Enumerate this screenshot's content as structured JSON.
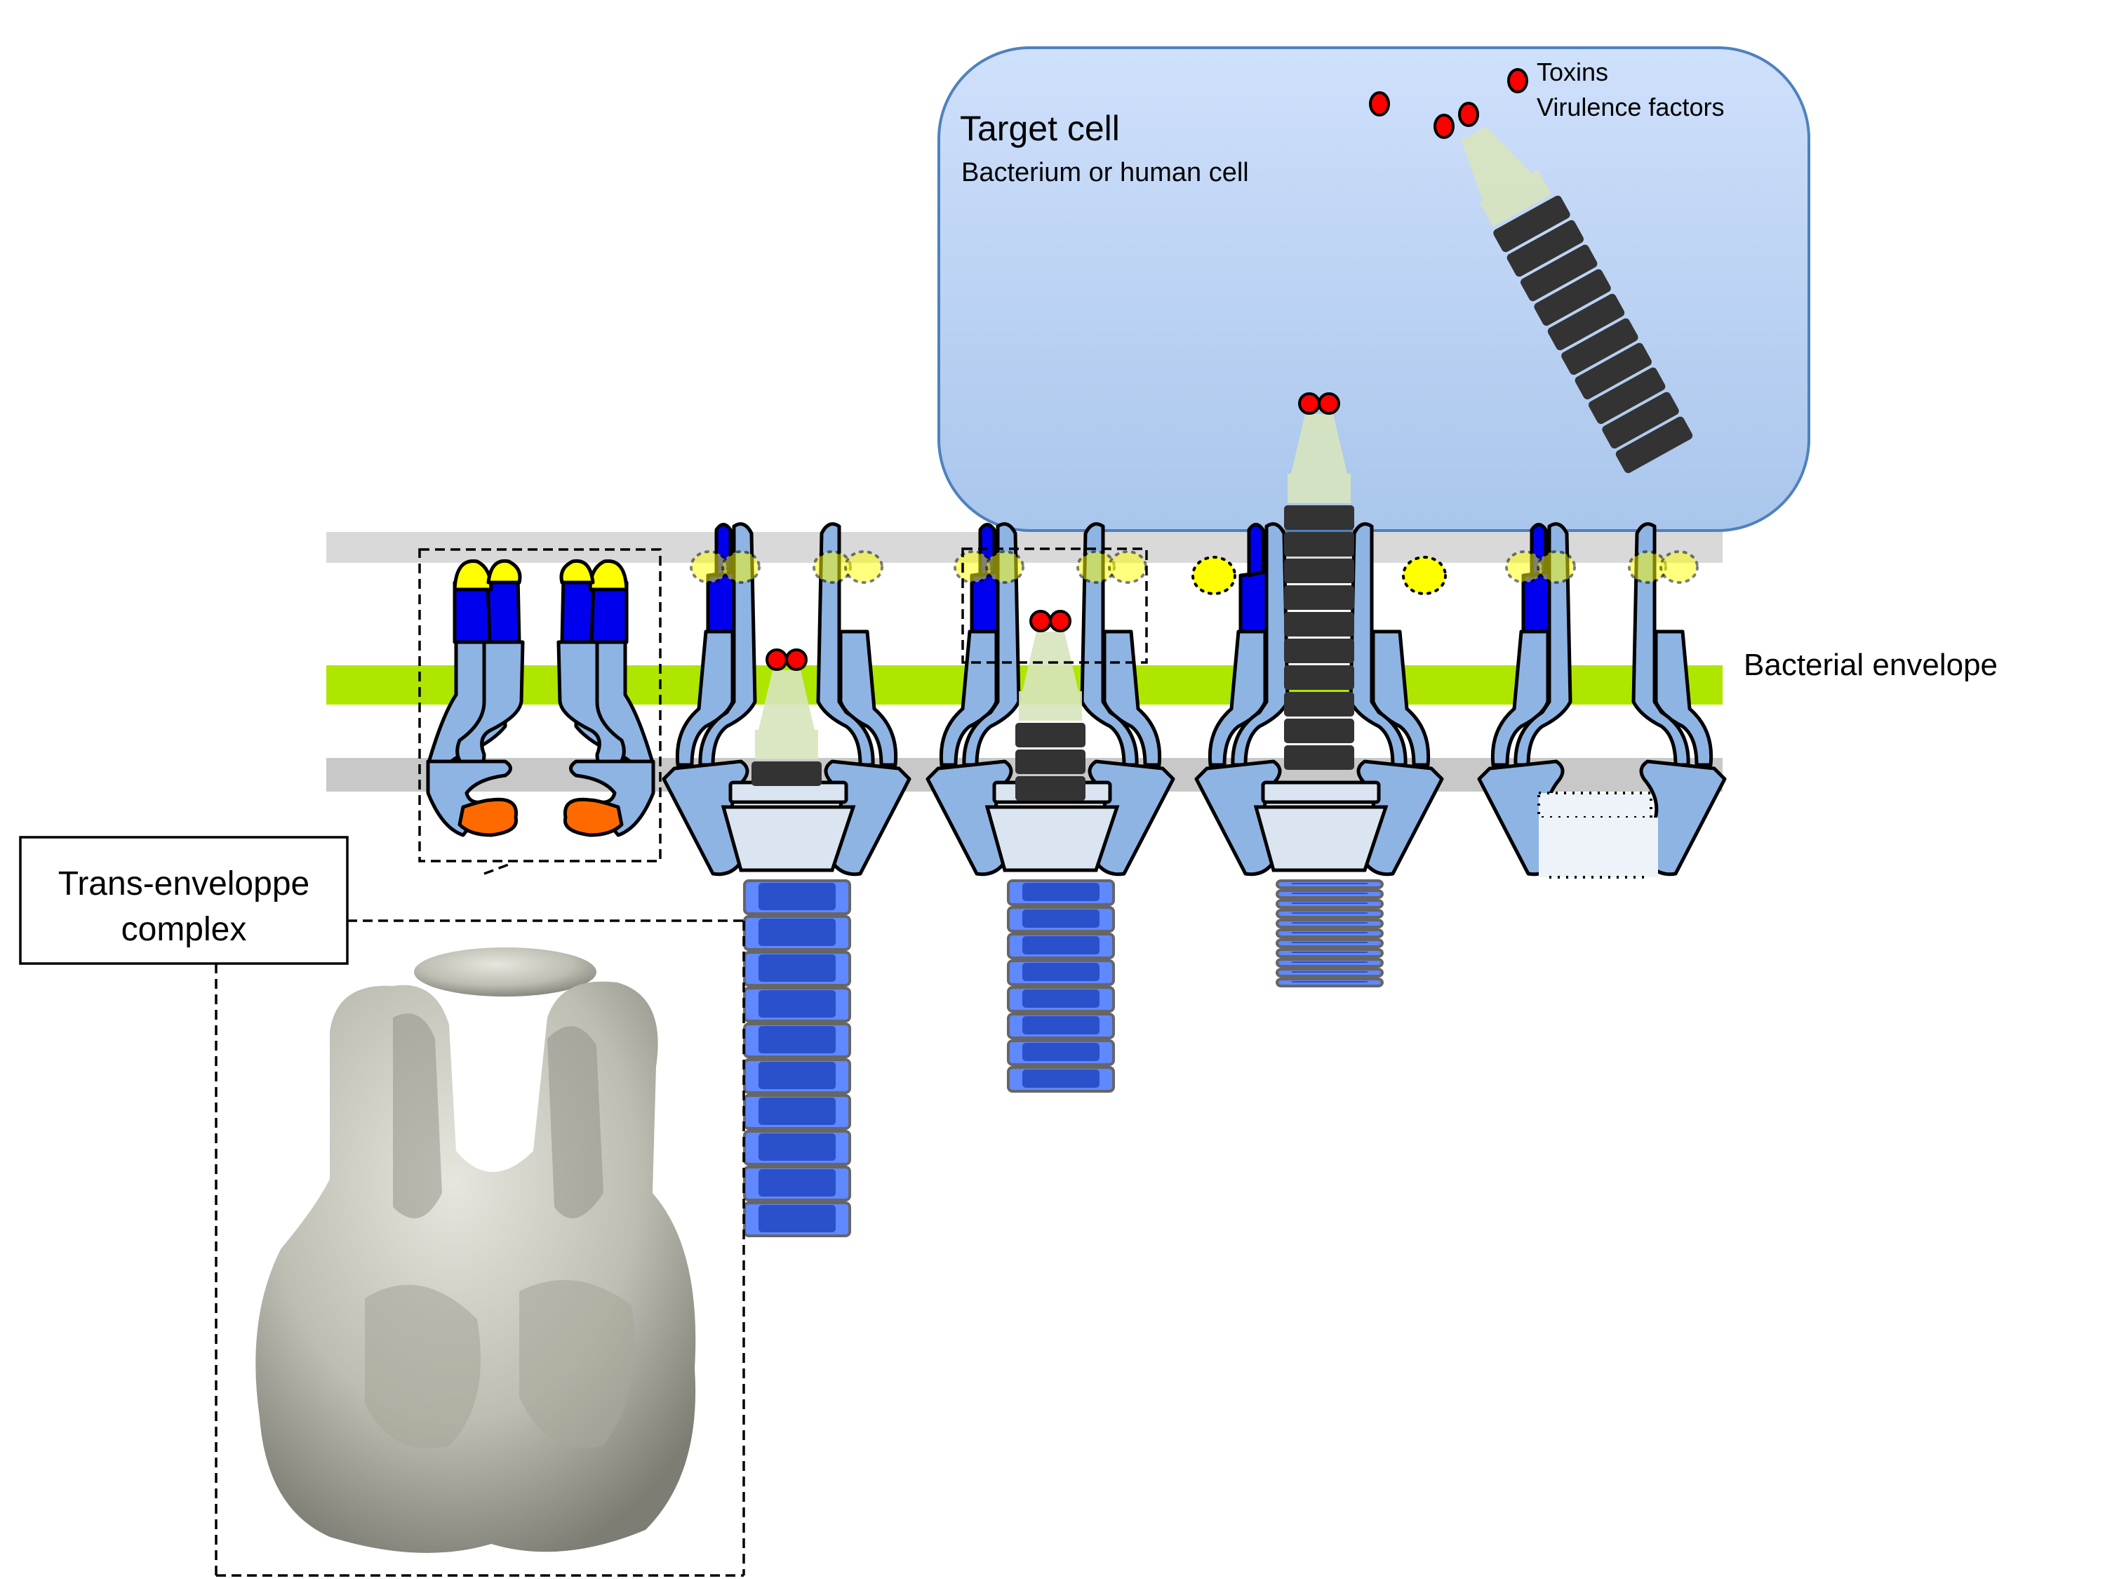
{
  "labels": {
    "target_cell_title": "Target cell",
    "target_cell_subtitle": "Bacterium or human cell",
    "legend_toxins": "Toxins",
    "legend_virulence": "Virulence factors",
    "bacterial_envelope": "Bacterial envelope",
    "trans_envelope_line1": "Trans-enveloppe",
    "trans_envelope_line2": "complex"
  },
  "colors": {
    "target_cell_top": "#cfe0fb",
    "target_cell_bottom": "#a9c6ec",
    "target_cell_border": "#4f81bd",
    "outer_membrane": "#d9d9d9",
    "inner_membrane": "#c8c8c8",
    "peptidoglycan": "#aee600",
    "membrane_protein": "#8eb4e3",
    "membrane_protein_dark": "#0000ee",
    "cap": "#ffff00",
    "cytoplasmic_domain": "#ff6a00",
    "baseplate": "#dbe5f1",
    "tube": "#333333",
    "spike_tip": "#d7e4bc",
    "toxin": "#ff0000",
    "sheath": "#6088ff",
    "sheath_inner": "#2b50cc"
  },
  "stages": [
    {
      "name": "membrane-complex-assembly",
      "sheath_rings": 0,
      "tube_segments": 0
    },
    {
      "name": "extended-sheath",
      "sheath_rings": 10,
      "tube_segments": 1
    },
    {
      "name": "partially-extended-sheath",
      "sheath_rings": 8,
      "tube_segments": 3
    },
    {
      "name": "contracted-sheath-firing",
      "sheath_rings": 11,
      "tube_segments": 10
    },
    {
      "name": "empty-complex-after-firing",
      "sheath_rings": 0,
      "tube_segments": 0
    }
  ],
  "ejected_tube_segments": 10
}
